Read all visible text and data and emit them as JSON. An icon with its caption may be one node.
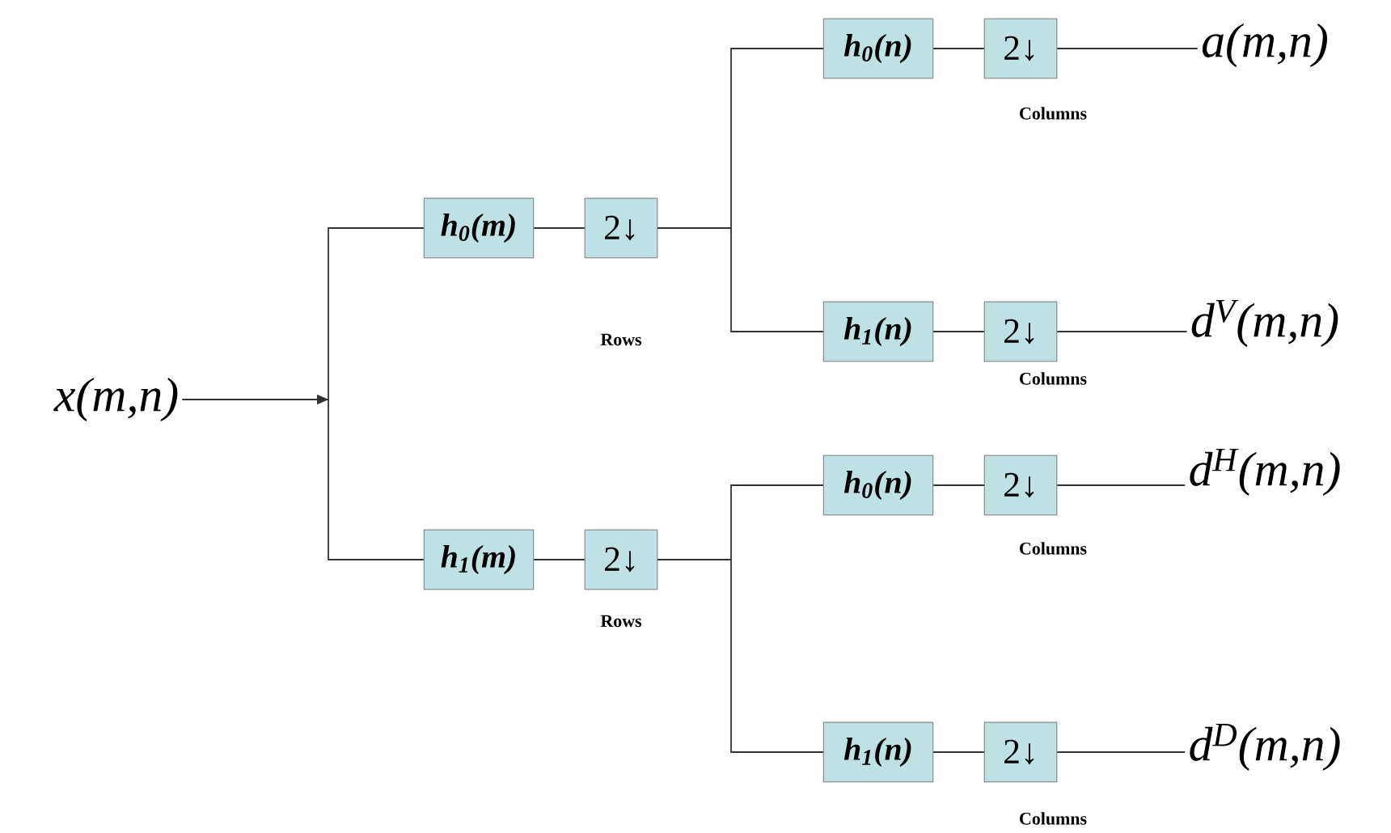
{
  "diagram": {
    "nodes": [
      {
        "text": [
          "x(m,n)"
        ]
      },
      {
        "text": [
          "h$_{0}$(m)"
        ]
      },
      {
        "text": [
          "2↓"
        ]
      },
      {
        "text": [
          "h$_{1}$(m)"
        ]
      },
      {
        "text": [
          "2↓"
        ],
        "beside": [
          "Rows"
        ]
      },
      {
        "text": [
          "h$_{0}$(n)"
        ]
      },
      {
        "text": [
          "2↓"
        ],
        "beside": [
          "Columns"
        ]
      },
      {
        "text": [
          "a(m,n)"
        ]
      },
      {
        "text": [
          "h$_{1}$(n)"
        ]
      },
      {
        "text": [
          "2↓"
        ],
        "beside": [
          "Columns"
        ]
      },
      {
        "text": [
          "d$^{V}$(m,n)"
        ]
      },
      {
        "text": [
          "h$_{0}$(n)"
        ]
      },
      {
        "text": [
          "2↓"
        ],
        "beside": [
          "Columns"
        ]
      },
      {
        "text": [
          "d$^{H}$(m,n)"
        ]
      },
      {
        "text": [
          "h$_{1}$(n)"
        ]
      },
      {
        "text": [
          "2↓"
        ],
        "beside": [
          "Columns"
        ]
      },
      {
        "text": [
          "d$^{D}$(m,n)"
        ]
      }
    ],
    "edges": [
      {
        "from": 0,
        "to": 1,
        "arrow": "to"
      },
      {
        "from": 0,
        "to": 3,
        "arrow": "to"
      },
      {
        "from": 1,
        "to": 2,
        "arrow": "none"
      },
      {
        "from": 3,
        "to": 4,
        "arrow": "none"
      },
      {
        "from": 2,
        "to": 5,
        "arrow": "none"
      },
      {
        "from": 2,
        "to": 8,
        "arrow": "none"
      },
      {
        "from": 4,
        "to": 11,
        "arrow": "none"
      },
      {
        "from": 4,
        "to": 14,
        "arrow": "none"
      },
      {
        "from": 5,
        "to": 6,
        "arrow": "none"
      },
      {
        "from": 6,
        "to": 7,
        "arrow": "none"
      },
      {
        "from": 8,
        "to": 9,
        "arrow": "none"
      },
      {
        "from": 9,
        "to": 10,
        "arrow": "none"
      },
      {
        "from": 11,
        "to": 12,
        "arrow": "none"
      },
      {
        "from": 12,
        "to": 13,
        "arrow": "none"
      },
      {
        "from": 14,
        "to": 15,
        "arrow": "none"
      },
      {
        "from": 15,
        "to": 16,
        "arrow": "none"
      }
    ],
    "labels": [
      "Rows"
    ]
  }
}
